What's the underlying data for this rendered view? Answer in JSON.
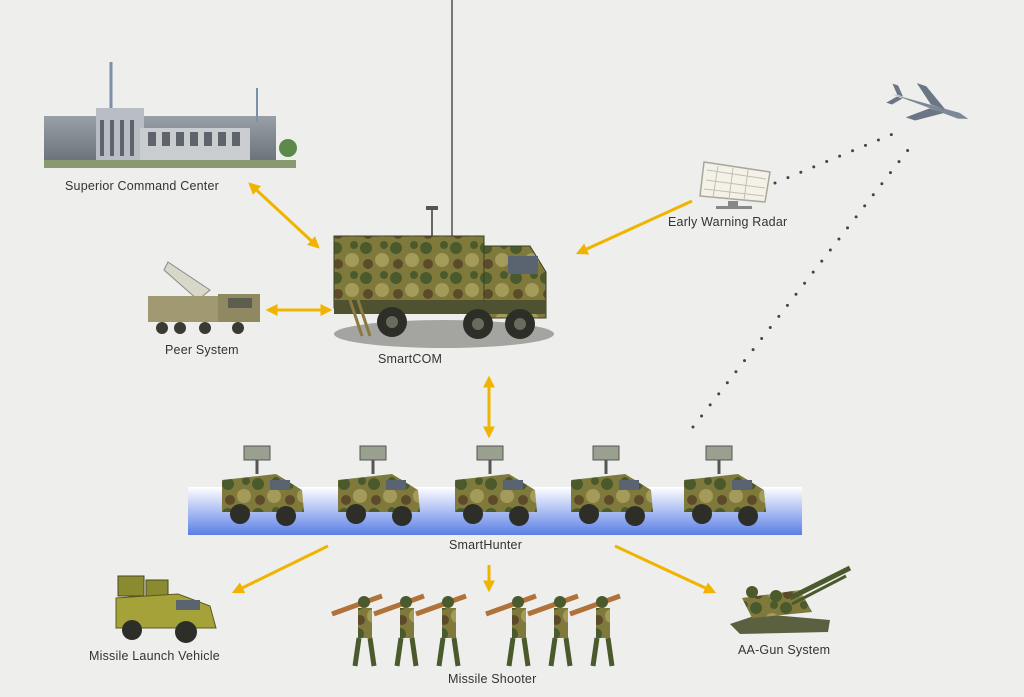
{
  "nodes": {
    "command_center": {
      "label": "Superior Command Center"
    },
    "peer_system": {
      "label": "Peer System"
    },
    "smartcom": {
      "label": "SmartCOM"
    },
    "early_warning_radar": {
      "label": "Early Warning Radar"
    },
    "smarthunter": {
      "label": "SmartHunter"
    },
    "missile_launch_vehicle": {
      "label": "Missile Launch Vehicle"
    },
    "missile_shooter": {
      "label": "Missile Shooter"
    },
    "aa_gun_system": {
      "label": "AA-Gun System"
    }
  },
  "colors": {
    "arrow": "#f0b400",
    "band_top": "#ffffff",
    "band_bottom": "#5a7ee6",
    "camo_dark": "#4b5a2c",
    "camo_mid": "#7f7a3c",
    "camo_light": "#a49a5a",
    "dots": "#444444"
  }
}
